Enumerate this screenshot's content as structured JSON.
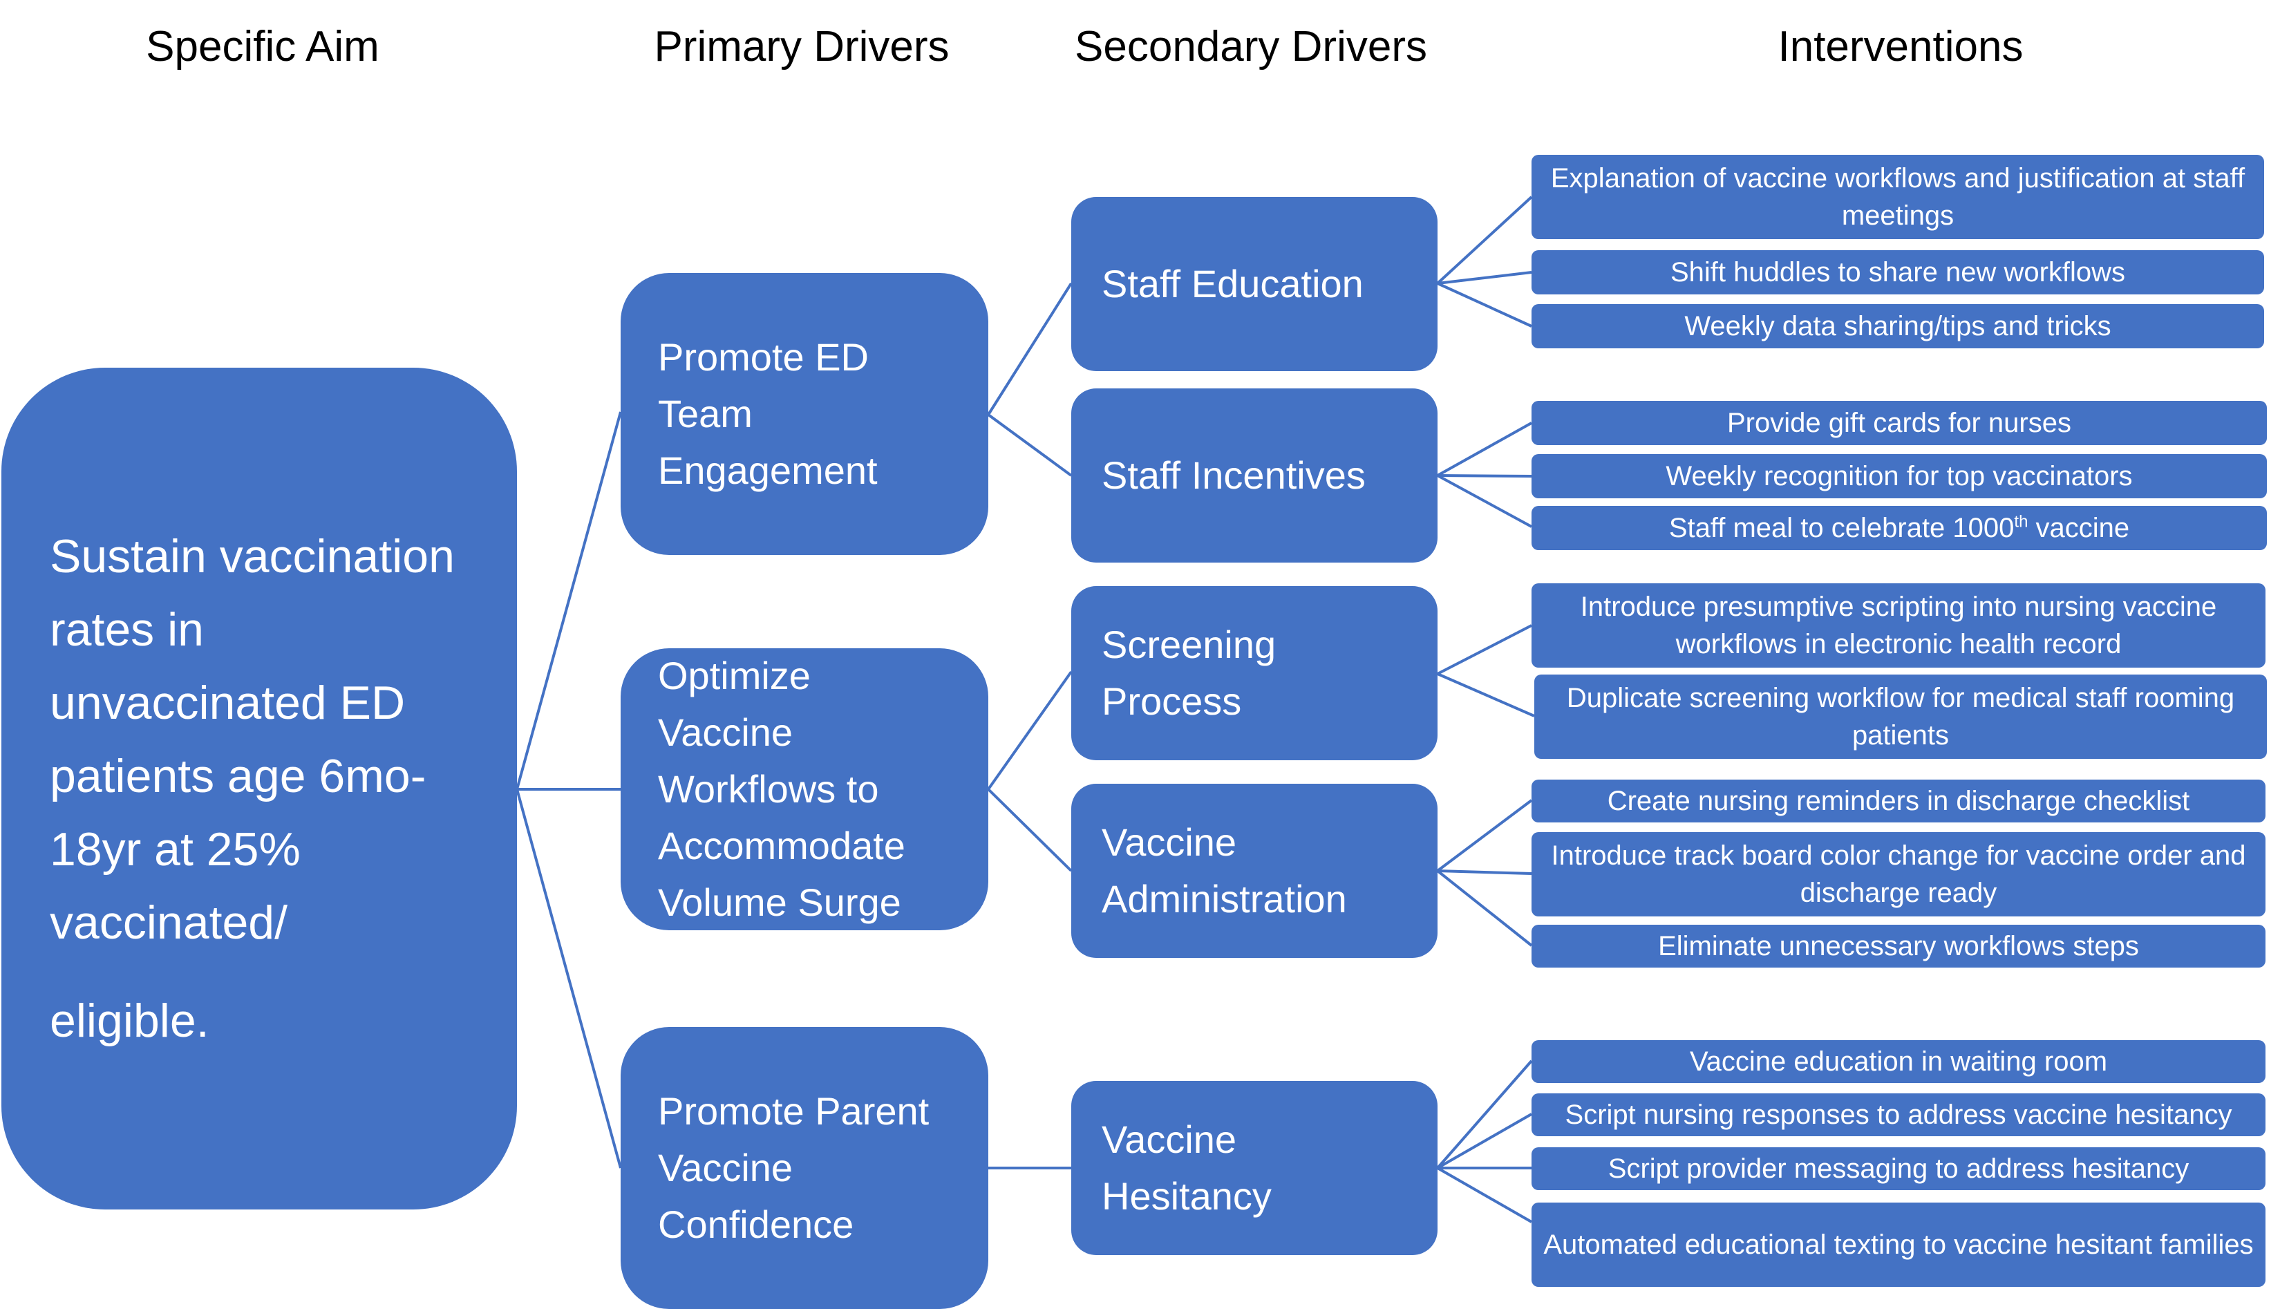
{
  "headers": {
    "aim": "Specific Aim",
    "primary": "Primary Drivers",
    "secondary": "Secondary Drivers",
    "interventions": "Interventions"
  },
  "aim": {
    "text": "Sustain vaccination rates in unvaccinated ED patients age 6mo-18yr at 25% vaccinated/",
    "text_end": "eligible."
  },
  "primary_drivers": [
    {
      "label": "Promote ED Team Engagement"
    },
    {
      "label": "Optimize Vaccine Workflows to Accommodate Volume Surge"
    },
    {
      "label": "Promote Parent Vaccine Confidence"
    }
  ],
  "secondary_drivers": [
    {
      "label": "Staff Education"
    },
    {
      "label": "Staff Incentives"
    },
    {
      "label": "Screening Process"
    },
    {
      "label": "Vaccine Administration"
    },
    {
      "label": "Vaccine Hesitancy"
    }
  ],
  "interventions": [
    {
      "label": "Explanation of vaccine workflows and justification at staff meetings"
    },
    {
      "label": "Shift huddles to share new workflows"
    },
    {
      "label": "Weekly data sharing/tips and tricks"
    },
    {
      "label": "Provide gift cards for nurses"
    },
    {
      "label": "Weekly recognition for top vaccinators"
    },
    {
      "label": "Staff meal to celebrate 1000",
      "sup": "th",
      "label_end": " vaccine"
    },
    {
      "label": "Introduce presumptive scripting  into nursing vaccine workflows  in electronic health record"
    },
    {
      "label": "Duplicate screening workflow for medical staff rooming patients"
    },
    {
      "label": "Create nursing reminders in discharge checklist"
    },
    {
      "label": "Introduce track board color change for vaccine order and discharge ready"
    },
    {
      "label": "Eliminate unnecessary workflows steps"
    },
    {
      "label": "Vaccine education in waiting room"
    },
    {
      "label": "Script nursing responses to address  vaccine hesitancy"
    },
    {
      "label": "Script provider messaging to address hesitancy"
    },
    {
      "label": "Automated educational texting to vaccine hesitant families"
    }
  ],
  "colors": {
    "box_fill": "#4472C4",
    "box_text": "#FFFFFF",
    "connector": "#4472C4"
  }
}
